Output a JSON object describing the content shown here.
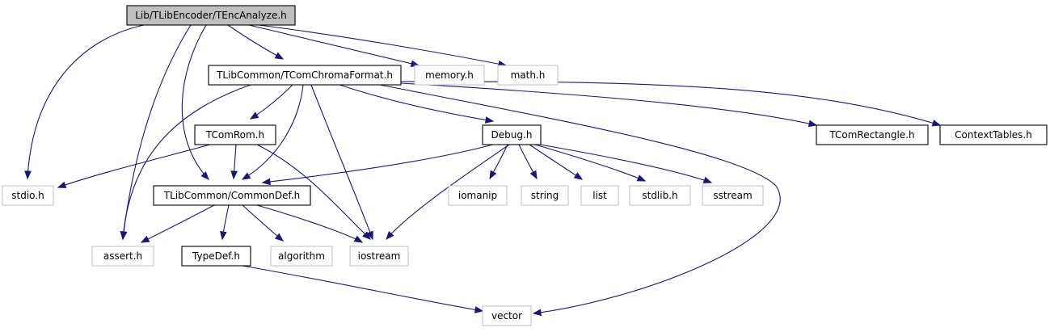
{
  "graph": {
    "colors": {
      "edge": "#191970",
      "root_fill": "#bfbfbf",
      "documented_border": "#000000",
      "external_border": "#bfbfbf"
    },
    "nodes": [
      {
        "id": "root",
        "label": "Lib/TLibEncoder/TEncAnalyze.h",
        "kind": "root"
      },
      {
        "id": "chroma",
        "label": "TLibCommon/TComChromaFormat.h",
        "kind": "doc"
      },
      {
        "id": "memory",
        "label": "memory.h",
        "kind": "ext"
      },
      {
        "id": "math",
        "label": "math.h",
        "kind": "ext"
      },
      {
        "id": "rom",
        "label": "TComRom.h",
        "kind": "doc"
      },
      {
        "id": "debug",
        "label": "Debug.h",
        "kind": "doc"
      },
      {
        "id": "rect",
        "label": "TComRectangle.h",
        "kind": "doc"
      },
      {
        "id": "ctx",
        "label": "ContextTables.h",
        "kind": "doc"
      },
      {
        "id": "stdio",
        "label": "stdio.h",
        "kind": "ext"
      },
      {
        "id": "common",
        "label": "TLibCommon/CommonDef.h",
        "kind": "doc"
      },
      {
        "id": "iomanip",
        "label": "iomanip",
        "kind": "ext"
      },
      {
        "id": "string",
        "label": "string",
        "kind": "ext"
      },
      {
        "id": "list",
        "label": "list",
        "kind": "ext"
      },
      {
        "id": "stdlib",
        "label": "stdlib.h",
        "kind": "ext"
      },
      {
        "id": "sstream",
        "label": "sstream",
        "kind": "ext"
      },
      {
        "id": "assert",
        "label": "assert.h",
        "kind": "ext"
      },
      {
        "id": "typedef",
        "label": "TypeDef.h",
        "kind": "doc"
      },
      {
        "id": "algorithm",
        "label": "algorithm",
        "kind": "ext"
      },
      {
        "id": "iostream",
        "label": "iostream",
        "kind": "ext"
      },
      {
        "id": "vector",
        "label": "vector",
        "kind": "ext"
      }
    ],
    "edges": [
      [
        "root",
        "stdio"
      ],
      [
        "root",
        "assert"
      ],
      [
        "root",
        "common"
      ],
      [
        "root",
        "chroma"
      ],
      [
        "root",
        "memory"
      ],
      [
        "root",
        "math"
      ],
      [
        "chroma",
        "rom"
      ],
      [
        "chroma",
        "assert"
      ],
      [
        "chroma",
        "common"
      ],
      [
        "chroma",
        "iostream"
      ],
      [
        "chroma",
        "debug"
      ],
      [
        "chroma",
        "vector"
      ],
      [
        "chroma",
        "rect"
      ],
      [
        "chroma",
        "ctx"
      ],
      [
        "rom",
        "stdio"
      ],
      [
        "rom",
        "common"
      ],
      [
        "rom",
        "iostream"
      ],
      [
        "debug",
        "common"
      ],
      [
        "debug",
        "iostream"
      ],
      [
        "debug",
        "iomanip"
      ],
      [
        "debug",
        "string"
      ],
      [
        "debug",
        "list"
      ],
      [
        "debug",
        "stdlib"
      ],
      [
        "debug",
        "sstream"
      ],
      [
        "common",
        "assert"
      ],
      [
        "common",
        "typedef"
      ],
      [
        "common",
        "algorithm"
      ],
      [
        "common",
        "iostream"
      ],
      [
        "typedef",
        "vector"
      ]
    ]
  }
}
